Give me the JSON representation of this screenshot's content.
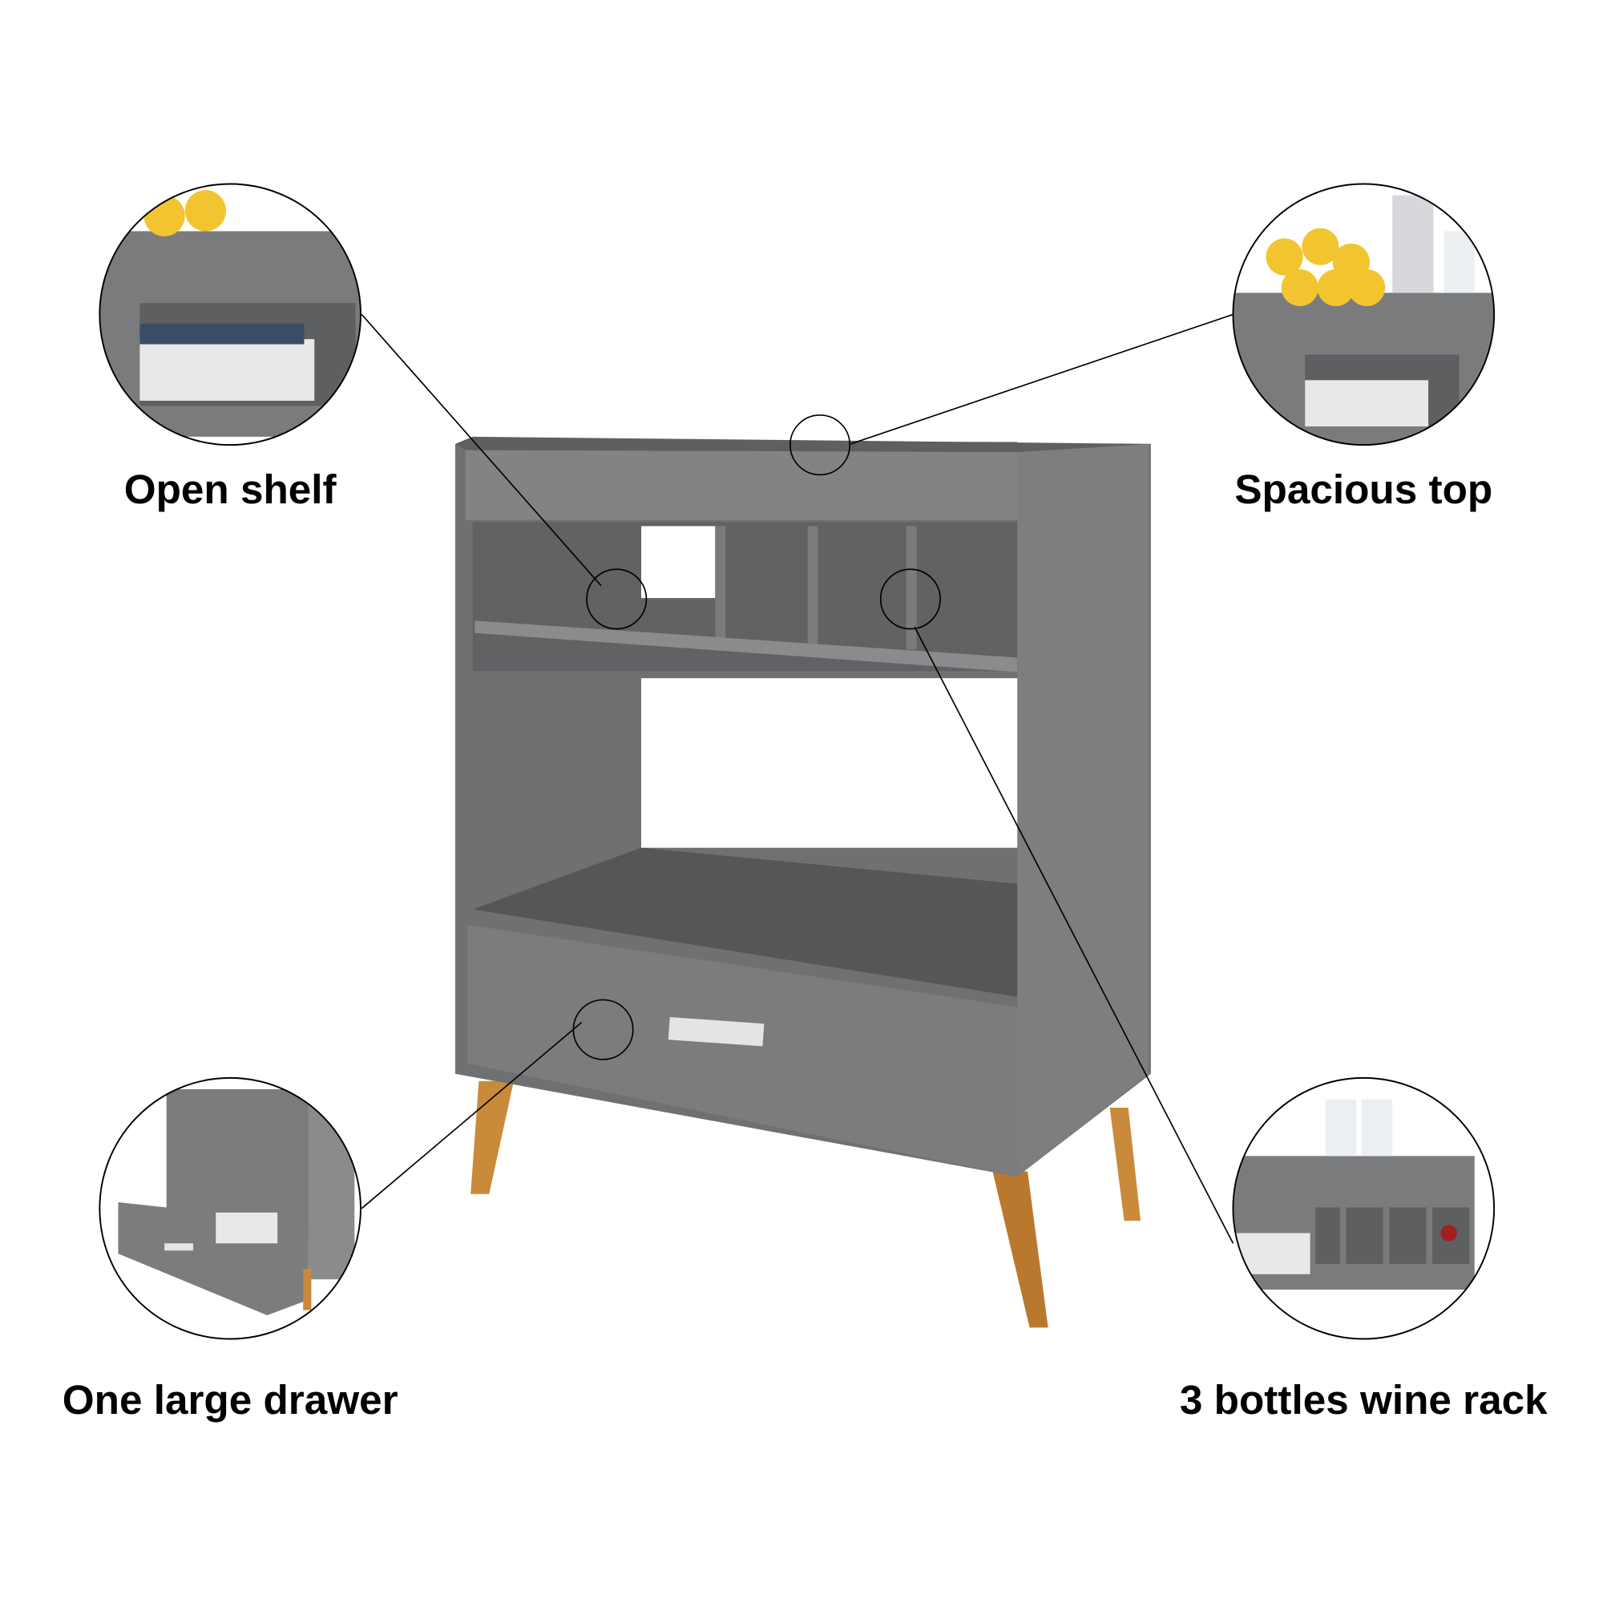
{
  "features": [
    {
      "label": "Open shelf"
    },
    {
      "label": "Spacious top"
    },
    {
      "label": "One large drawer"
    },
    {
      "label": "3 bottles wine rack"
    }
  ],
  "colors": {
    "cabinet": "#7a7b7d",
    "cabinet_dark": "#5f6062",
    "leg": "#c98a3a",
    "handle": "#e4e4e4",
    "lemon": "#f2c530"
  }
}
